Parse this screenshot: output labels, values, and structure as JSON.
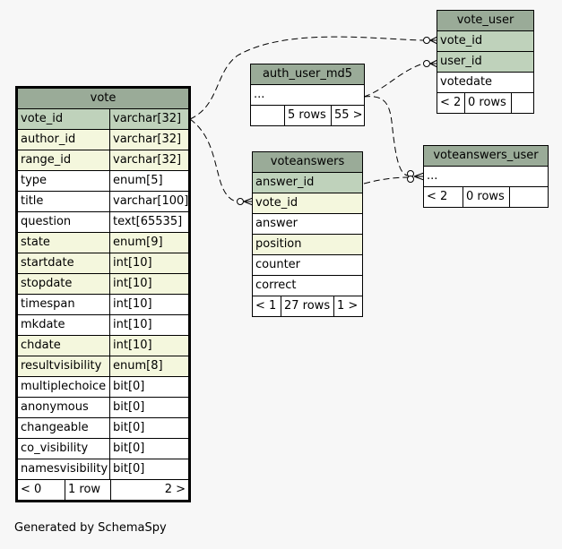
{
  "footer_text": "Generated by SchemaSpy",
  "tables": {
    "vote": {
      "name": "vote",
      "columns": [
        {
          "name": "vote_id",
          "type": "varchar[32]"
        },
        {
          "name": "author_id",
          "type": "varchar[32]"
        },
        {
          "name": "range_id",
          "type": "varchar[32]"
        },
        {
          "name": "type",
          "type": "enum[5]"
        },
        {
          "name": "title",
          "type": "varchar[100]"
        },
        {
          "name": "question",
          "type": "text[65535]"
        },
        {
          "name": "state",
          "type": "enum[9]"
        },
        {
          "name": "startdate",
          "type": "int[10]"
        },
        {
          "name": "stopdate",
          "type": "int[10]"
        },
        {
          "name": "timespan",
          "type": "int[10]"
        },
        {
          "name": "mkdate",
          "type": "int[10]"
        },
        {
          "name": "chdate",
          "type": "int[10]"
        },
        {
          "name": "resultvisibility",
          "type": "enum[8]"
        },
        {
          "name": "multiplechoice",
          "type": "bit[0]"
        },
        {
          "name": "anonymous",
          "type": "bit[0]"
        },
        {
          "name": "changeable",
          "type": "bit[0]"
        },
        {
          "name": "co_visibility",
          "type": "bit[0]"
        },
        {
          "name": "namesvisibility",
          "type": "bit[0]"
        }
      ],
      "footer": [
        "< 0",
        "1 row",
        "2 >"
      ]
    },
    "auth_user_md5": {
      "name": "auth_user_md5",
      "columns": [
        {
          "name": "..."
        }
      ],
      "footer": [
        "",
        "5 rows",
        "55 >"
      ]
    },
    "vote_user": {
      "name": "vote_user",
      "columns": [
        {
          "name": "vote_id"
        },
        {
          "name": "user_id"
        },
        {
          "name": "votedate"
        }
      ],
      "footer": [
        "< 2",
        "0 rows",
        ""
      ]
    },
    "voteanswers": {
      "name": "voteanswers",
      "columns": [
        {
          "name": "answer_id"
        },
        {
          "name": "vote_id"
        },
        {
          "name": "answer"
        },
        {
          "name": "position"
        },
        {
          "name": "counter"
        },
        {
          "name": "correct"
        }
      ],
      "footer": [
        "< 1",
        "27 rows",
        "1 >"
      ]
    },
    "voteanswers_user": {
      "name": "voteanswers_user",
      "columns": [
        {
          "name": "..."
        }
      ],
      "footer": [
        "< 2",
        "0 rows",
        ""
      ]
    }
  }
}
